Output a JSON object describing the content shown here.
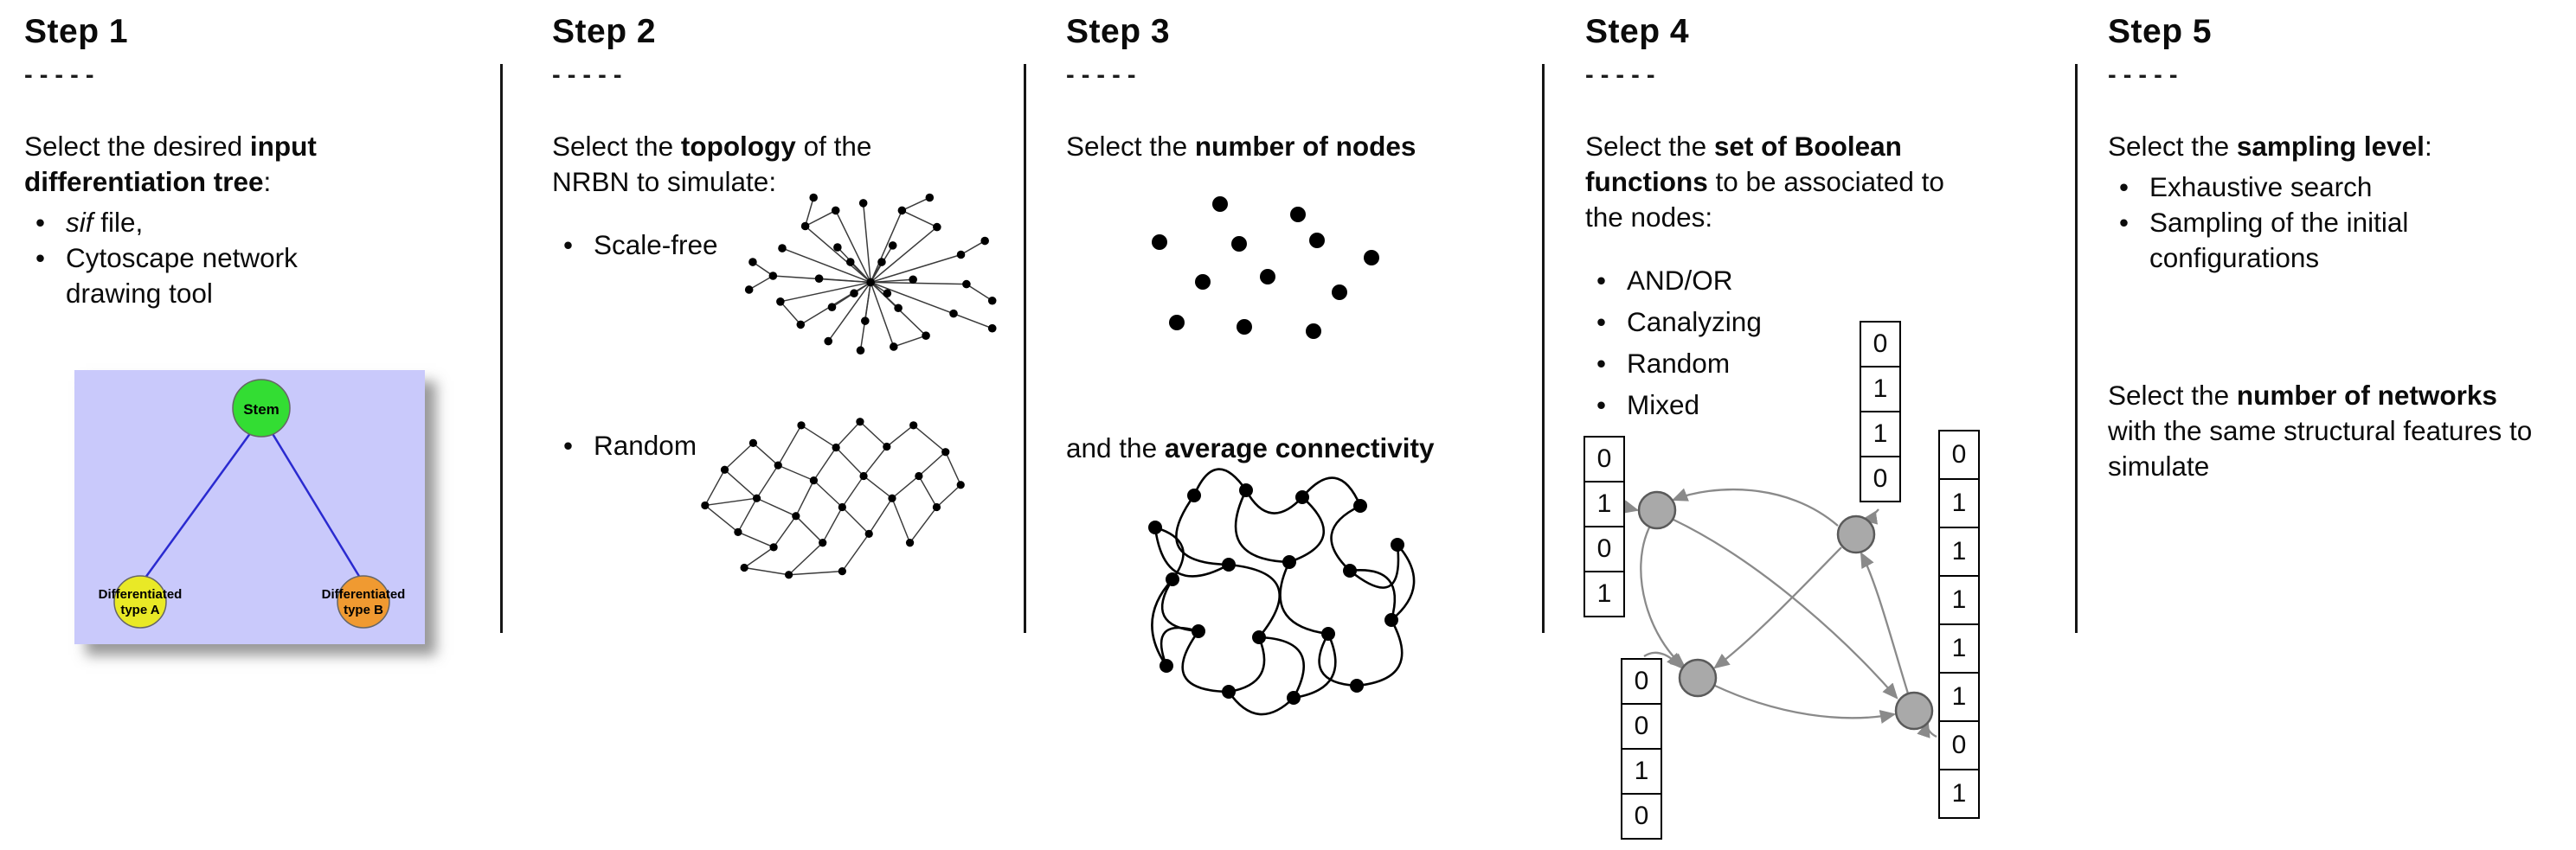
{
  "colors": {
    "tree_background": "#c9c9fb",
    "stem_fill": "#33dd33",
    "type_a_fill": "#e9e926",
    "type_b_fill": "#f09a31",
    "tree_edge": "#2a2ad0",
    "boolean_node_fill": "#a9a9a9"
  },
  "steps": {
    "step1": {
      "title": "Step 1",
      "dashes": "- - - - -",
      "intro": {
        "pre": "Select the desired ",
        "bold": "input differentiation tree",
        "post": ":"
      },
      "bullets": {
        "b1_italic": "sif",
        "b1_rest": " file,",
        "b2": "Cytoscape network drawing tool"
      },
      "tree": {
        "stem_label": "Stem",
        "type_a_line1": "Differentiated",
        "type_a_line2": "type A",
        "type_b_line1": "Differentiated",
        "type_b_line2": "type B"
      }
    },
    "step2": {
      "title": "Step 2",
      "dashes": "- - - - -",
      "intro": {
        "pre": "Select the ",
        "bold": "topology",
        "post": " of the NRBN to simulate:"
      },
      "bullets": {
        "b1": "Scale-free",
        "b2": "Random"
      }
    },
    "step3": {
      "title": "Step 3",
      "dashes": "- - - - -",
      "line1": {
        "pre": "Select the ",
        "bold": "number of nodes"
      },
      "line2": {
        "pre": "and the ",
        "bold": "average connectivity"
      }
    },
    "step4": {
      "title": "Step 4",
      "dashes": "- - - - -",
      "intro": {
        "pre": "Select the ",
        "bold": "set of Boolean functions",
        "post": " to be associated to the nodes:"
      },
      "bullets": {
        "b1": "AND/OR",
        "b2": "Canalyzing",
        "b3": "Random",
        "b4": "Mixed"
      },
      "tables": {
        "top": [
          "0",
          "1",
          "1",
          "0"
        ],
        "left": [
          "0",
          "1",
          "0",
          "1"
        ],
        "bottom_left": [
          "0",
          "0",
          "1",
          "0"
        ],
        "right": [
          "0",
          "1",
          "1",
          "1",
          "1",
          "1",
          "0",
          "1"
        ]
      }
    },
    "step5": {
      "title": "Step 5",
      "dashes": "- - - - -",
      "intro": {
        "pre": "Select the ",
        "bold": "sampling level",
        "post": ":"
      },
      "bullets": {
        "b1": "Exhaustive search",
        "b2": "Sampling of the initial configurations"
      },
      "networks": {
        "pre": "Select the ",
        "bold": "number of networks",
        "post": " with the same structural features to simulate"
      }
    }
  }
}
